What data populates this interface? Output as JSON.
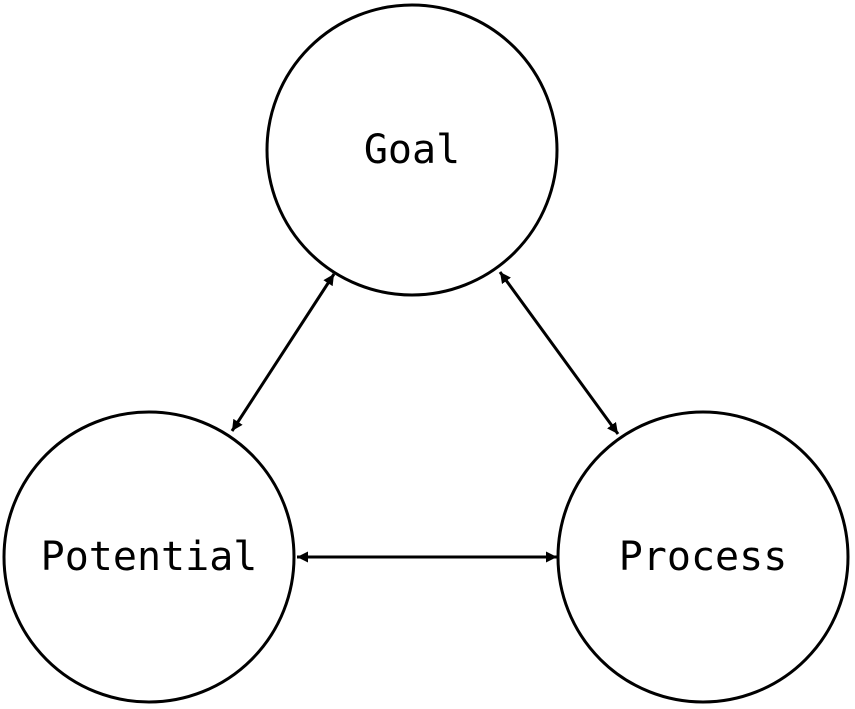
{
  "diagram": {
    "nodes": [
      {
        "id": "goal",
        "label": "Goal"
      },
      {
        "id": "potential",
        "label": "Potential"
      },
      {
        "id": "process",
        "label": "Process"
      }
    ],
    "edges": [
      {
        "from": "potential",
        "to": "goal",
        "direction": "both"
      },
      {
        "from": "goal",
        "to": "process",
        "direction": "both"
      },
      {
        "from": "potential",
        "to": "process",
        "direction": "both"
      }
    ],
    "stroke_color": "#000000",
    "fill_color": "#ffffff"
  }
}
